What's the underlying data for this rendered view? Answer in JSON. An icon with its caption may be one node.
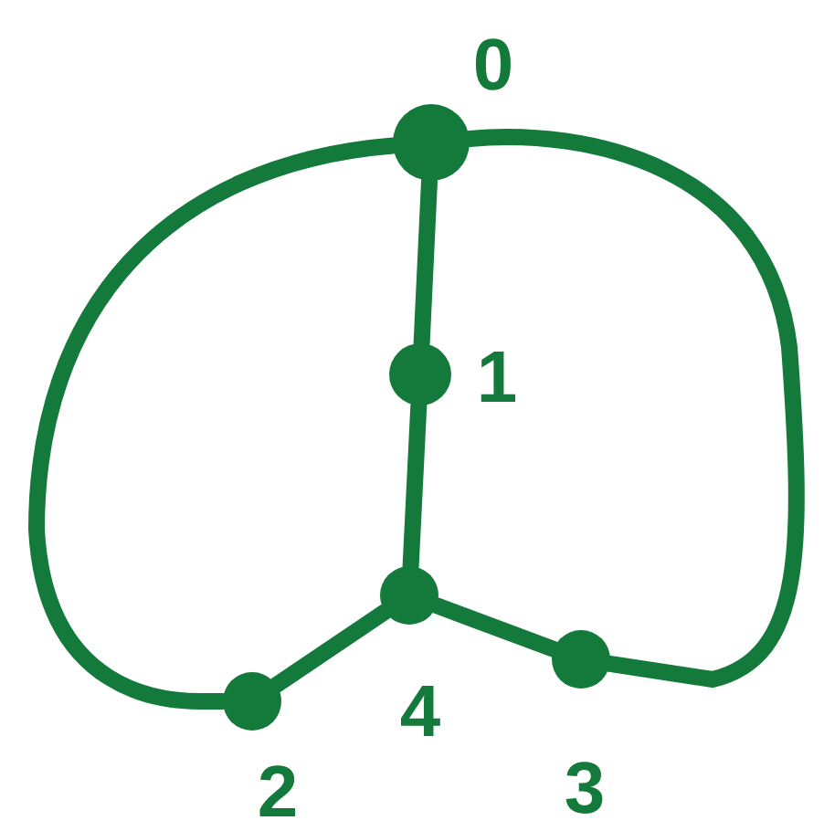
{
  "diagram": {
    "nodes": [
      {
        "text": [],
        "shape": "circle",
        "beside": [
          "0"
        ]
      },
      {
        "text": [],
        "shape": "circle",
        "beside": [
          "1"
        ]
      },
      {
        "text": [],
        "shape": "circle",
        "beside": [
          "2"
        ]
      },
      {
        "text": [],
        "shape": "circle",
        "beside": [
          "3"
        ]
      },
      {
        "text": [],
        "shape": "circle",
        "beside": [
          "4"
        ]
      }
    ],
    "edges": [
      {
        "from": 0,
        "to": 1,
        "arrow": "none"
      },
      {
        "from": 1,
        "to": 4,
        "arrow": "none"
      },
      {
        "from": 4,
        "to": 2,
        "arrow": "none"
      },
      {
        "from": 4,
        "to": 3,
        "arrow": "none"
      },
      {
        "from": 0,
        "to": 2,
        "arrow": "none"
      },
      {
        "from": 0,
        "to": 3,
        "arrow": "none"
      }
    ]
  }
}
